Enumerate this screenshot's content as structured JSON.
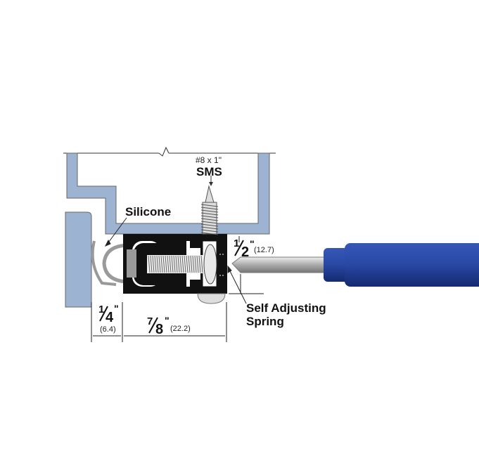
{
  "labels": {
    "screw_size": "#8 x 1\"",
    "screw_type": "SMS",
    "silicone": "Silicone",
    "spring_line1": "Self Adjusting",
    "spring_line2": "Spring"
  },
  "dimensions": {
    "height": {
      "num": "1",
      "den": "2",
      "unit": "\"",
      "metric": "(12.7)"
    },
    "gap": {
      "num": "1",
      "den": "4",
      "unit": "\"",
      "metric": "(6.4)"
    },
    "width": {
      "num": "7",
      "den": "8",
      "unit": "\"",
      "metric": "(22.2)"
    }
  },
  "colors": {
    "frame": "#9db3d2",
    "carrier": "#111111",
    "seal": "#9a9a9a",
    "screwdriver_handle": "#1f3f9a"
  }
}
